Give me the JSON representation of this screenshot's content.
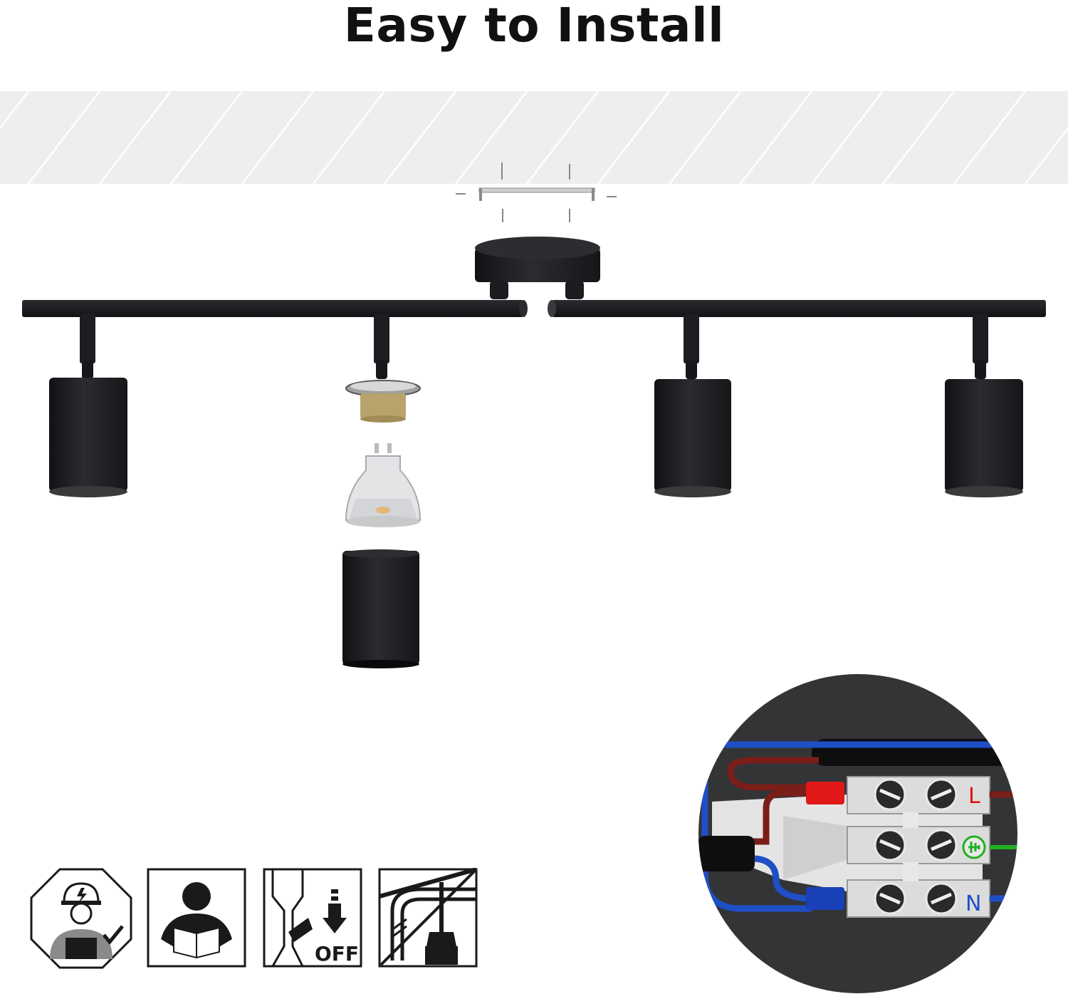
{
  "title": "Easy to Install",
  "icons": {
    "electrician": "electrician-icon",
    "read_manual": "read-manual-icon",
    "power_off": "power-off-icon",
    "power_off_label": "OFF",
    "no_drilling_pipes": "no-drill-pipes-icon"
  },
  "wiring": {
    "live_label": "L",
    "neutral_label": "N",
    "earth_symbol": "earth-icon"
  },
  "colors": {
    "fixture": "#1c1d1f",
    "live_wire": "#7a1e1a",
    "neutral_wire": "#1f4fc6",
    "earth_wire": "#20b020",
    "live_sleeve": "#e01818",
    "ceiling": "#eeeeee"
  }
}
